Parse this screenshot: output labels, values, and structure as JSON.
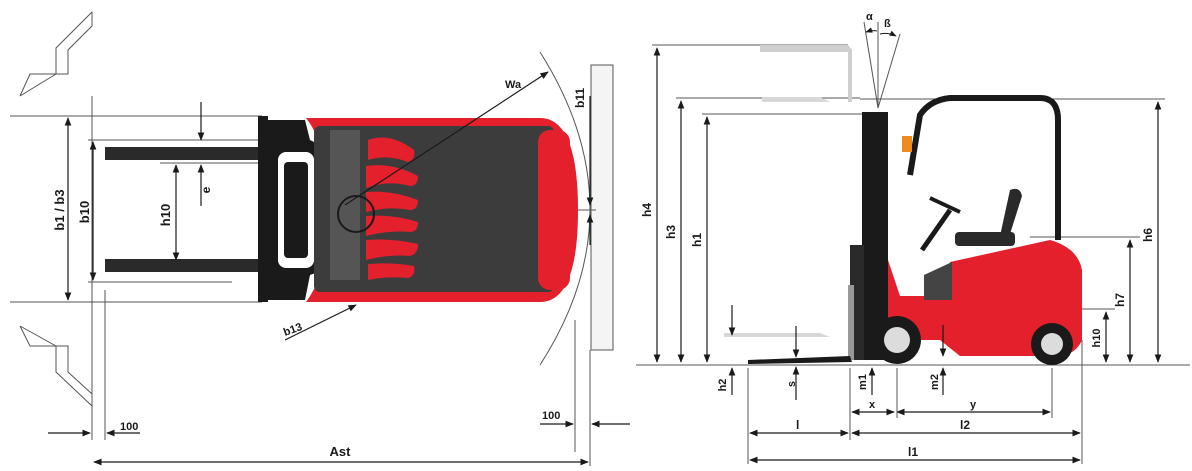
{
  "top_view": {
    "labels": {
      "b1_b3": "b1 / b3",
      "b10": "b10",
      "h10": "h10",
      "e": "e",
      "wa": "Wa",
      "b11": "b11",
      "b13": "b13",
      "clearance_left": "100",
      "clearance_right": "100",
      "ast": "Ast"
    }
  },
  "side_view": {
    "labels": {
      "alpha": "α",
      "beta": "ß",
      "h4": "h4",
      "h3": "h3",
      "h1": "h1",
      "h2": "h2",
      "s": "s",
      "m1": "m1",
      "m2": "m2",
      "x": "x",
      "y": "y",
      "l": "l",
      "l2": "l2",
      "l1": "l1",
      "h6": "h6",
      "h7": "h7",
      "h10": "h10"
    }
  },
  "colors": {
    "truck_red": "#e3202b",
    "truck_dark": "#3a3a3a",
    "black": "#1a1a1a",
    "line": "#555555",
    "shelf": "#f2f2f2"
  }
}
